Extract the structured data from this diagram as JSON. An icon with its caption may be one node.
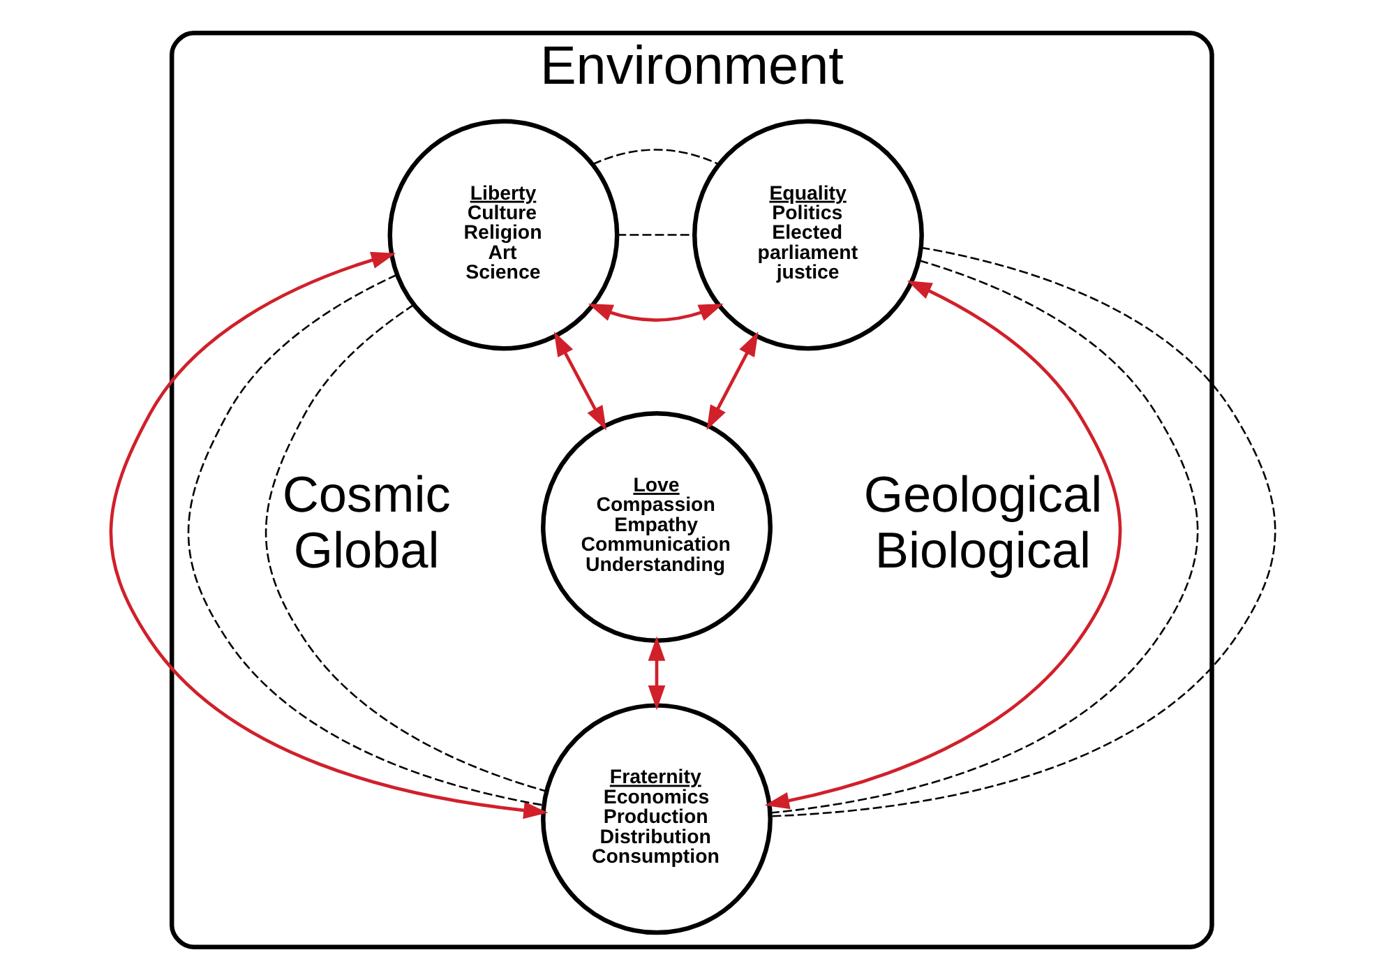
{
  "diagram": {
    "nodes": [
      {
        "text": [
          "Environment"
        ]
      },
      {
        "text": [
          "Liberty",
          "Culture Religion Art Science"
        ],
        "in": 0
      },
      {
        "text": [
          "Equality",
          "Politics Elected parliament justice"
        ],
        "in": 0
      },
      {
        "text": [
          "Love",
          "Compassion Empathy Communication Understanding"
        ],
        "in": 0
      },
      {
        "text": [
          "Fraternity",
          "Economics Production Distribution Consumption"
        ],
        "in": 0
      }
    ],
    "edges": [
      {
        "from": 1,
        "to": 2,
        "arrow": "both",
        "color": "#d0202a"
      },
      {
        "from": 1,
        "to": 3,
        "arrow": "both",
        "color": "#d0202a"
      },
      {
        "from": 2,
        "to": 3,
        "arrow": "both",
        "color": "#d0202a"
      },
      {
        "from": 1,
        "to": 4,
        "arrow": "both",
        "color": "#d0202a"
      },
      {
        "from": 2,
        "to": 4,
        "arrow": "both",
        "color": "#d0202a"
      },
      {
        "from": 3,
        "to": 4,
        "arrow": "both",
        "color": "#d0202a"
      },
      {
        "from": 1,
        "to": 2,
        "arrow": "none",
        "style": "dashed",
        "color": "#000000"
      },
      {
        "from": 1,
        "to": 2,
        "arrow": "none",
        "style": "dashed",
        "color": "#000000"
      },
      {
        "from": 1,
        "to": 4,
        "arrow": "none",
        "style": "dashed",
        "color": "#000000"
      },
      {
        "from": 1,
        "to": 4,
        "arrow": "none",
        "style": "dashed",
        "color": "#000000"
      },
      {
        "from": 2,
        "to": 4,
        "arrow": "none",
        "style": "dashed",
        "color": "#000000"
      },
      {
        "from": 2,
        "to": 4,
        "arrow": "none",
        "style": "dashed",
        "color": "#000000"
      }
    ],
    "labels": [
      "Cosmic Global",
      "Geological Biological"
    ]
  }
}
